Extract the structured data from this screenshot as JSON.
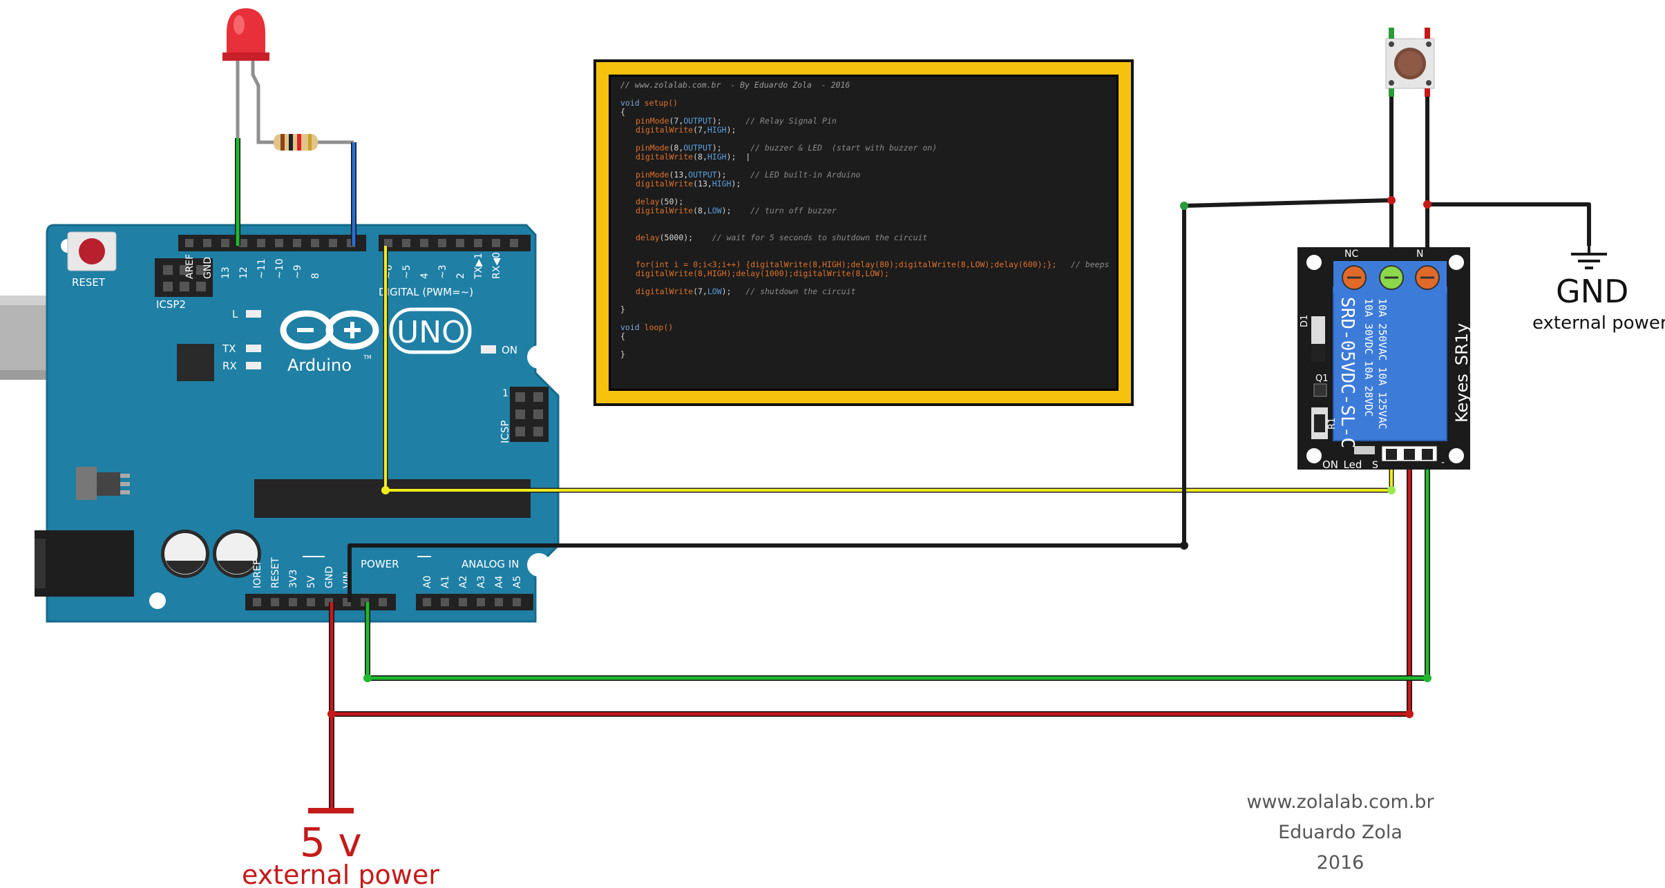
{
  "colors": {
    "board": "#1f7fa5",
    "board_dark": "#166a8c",
    "wire_red": "#c41a1a",
    "wire_green": "#22b830",
    "wire_yellow": "#f1ec1e",
    "wire_black": "#1a1a1a",
    "wire_blue": "#2a6fd1",
    "wire_gray": "#8f8f8f",
    "relay_blue": "#3d7bd9",
    "code_frame": "#f7c20e",
    "code_bg": "#1c1c1c",
    "label_red": "#c41a1a"
  },
  "arduino": {
    "brand": "Arduino",
    "trademark": "TM",
    "model": "UNO",
    "reset_label": "RESET",
    "icsp2_label": "ICSP2",
    "icsp_label": "ICSP",
    "icsp_pin1": "1",
    "led_l": "L",
    "led_tx": "TX",
    "led_rx": "RX",
    "led_on": "ON",
    "digital_header": "DIGITAL (PWM=~)",
    "top_pins": [
      "AREF",
      "GND",
      "13",
      "12",
      "~11",
      "~10",
      "~9",
      "8",
      "~6",
      "~5",
      "4",
      "~3",
      "2",
      "TX▶1",
      "RX◀0"
    ],
    "power_header": "POWER",
    "analog_header": "ANALOG IN",
    "bottom_pins": [
      "IOREF",
      "RESET",
      "3V3",
      "5V",
      "GND",
      "VIN",
      "A0",
      "A1",
      "A2",
      "A3",
      "A4",
      "A5"
    ]
  },
  "relay": {
    "model_line": "SRD-05VDC-SL-C",
    "rating_1": "10A 250VAC  10A 125VAC",
    "rating_2": "10A 30VDC  10A 28VDC",
    "brand": "Keyes_SR1y",
    "nc_label": "NC",
    "no_label": "N",
    "d1_label": "D1",
    "q1_label": "Q1",
    "r1_label": "R1",
    "on_led_label": "ON_Led",
    "s_label": "S",
    "minus_label": "-"
  },
  "code": {
    "header": "// www.zolalab.com.br  - By Eduardo Zola  - 2016",
    "setup_sig_kw": "void",
    "setup_sig_fn": "setup()",
    "open_brace": "{",
    "close_brace": "}",
    "l1_fn": "pinMode",
    "l1_args": "(7,",
    "l1_const": "OUTPUT",
    "l1_end": ");",
    "l1_comment": "// Relay Signal Pin",
    "l2_fn": "digitalWrite",
    "l2_args": "(7,",
    "l2_const": "HIGH",
    "l2_end": ");",
    "l3_fn": "pinMode",
    "l3_args": "(8,",
    "l3_const": "OUTPUT",
    "l3_end": ");",
    "l3_comment": "// buzzer & LED  (start with buzzer on)",
    "l4_fn": "digitalWrite",
    "l4_args": "(8,",
    "l4_const": "HIGH",
    "l4_end": ");  |",
    "l5_fn": "pinMode",
    "l5_args": "(13,",
    "l5_const": "OUTPUT",
    "l5_end": ");",
    "l5_comment": "// LED built-in Arduino",
    "l6_fn": "digitalWrite",
    "l6_args": "(13,",
    "l6_const": "HIGH",
    "l6_end": ");",
    "l7_fn": "delay",
    "l7_args": "(50);",
    "l8_fn": "digitalWrite",
    "l8_args": "(8,",
    "l8_const": "LOW",
    "l8_end": ");",
    "l8_comment": "// turn off buzzer",
    "l9_fn": "delay",
    "l9_args": "(5000);",
    "l9_comment": "// wait for 5 seconds to shutdown the circuit",
    "l10_code": "for(int i = 0;i<3;i++) {digitalWrite(8,HIGH);delay(80);digitalWrite(8,LOW);delay(600);};",
    "l10_comment": "// beeps",
    "l11_code": "digitalWrite(8,HIGH);delay(1000);digitalWrite(8,LOW);",
    "l12_fn": "digitalWrite",
    "l12_args": "(7,",
    "l12_const": "LOW",
    "l12_end": ");",
    "l12_comment": "// shutdown the circuit",
    "loop_sig_kw": "void",
    "loop_sig_fn": "loop()"
  },
  "labels": {
    "gnd_title": "GND",
    "gnd_sub": "external power",
    "v5_title": "5 v",
    "v5_sub": "external power"
  },
  "credits": {
    "site": "www.zolalab.com.br",
    "author": "Eduardo Zola",
    "year": "2016"
  }
}
